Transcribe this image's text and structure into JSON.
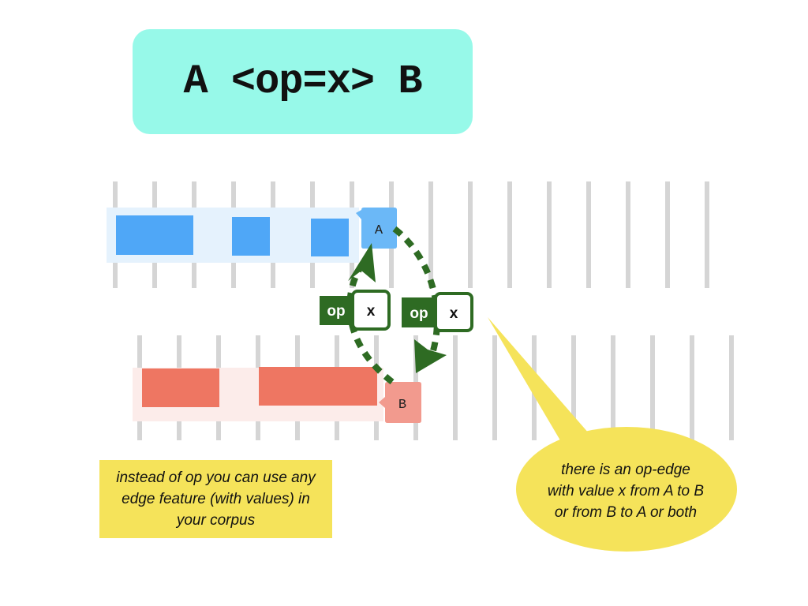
{
  "title": "A <op=x> B",
  "node_a": {
    "label": "A"
  },
  "node_b": {
    "label": "B"
  },
  "edge_labels": [
    {
      "op": "op",
      "value": "x"
    },
    {
      "op": "op",
      "value": "x"
    }
  ],
  "note": "instead of op you can use any edge feature (with values) in your corpus",
  "bubble": "there is an op-edge with value x from A to B or from B to A or both",
  "colors": {
    "title_bg": "#97f9e9",
    "blue": "#4fa7f7",
    "blue_light": "#e5f2fd",
    "red": "#ee7662",
    "red_light": "#fcecea",
    "green": "#2e6b23",
    "yellow": "#f5e35a",
    "tick": "#d5d5d5"
  }
}
